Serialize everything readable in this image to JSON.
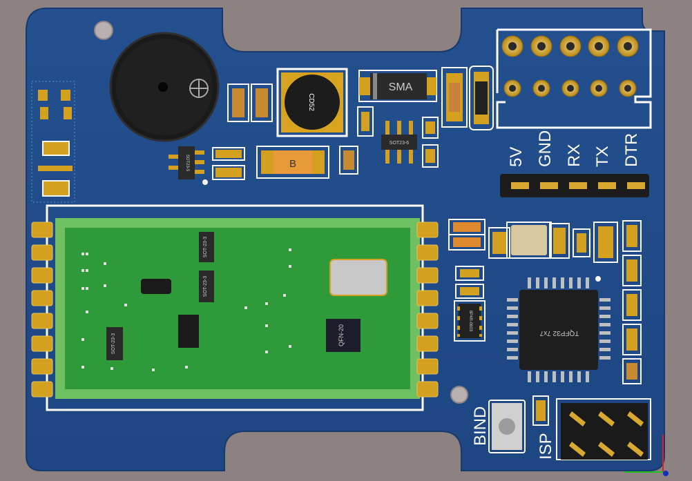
{
  "colors": {
    "background": "#8e8182",
    "pcb": "#1f4a8a",
    "pcb_light": "#2a5aa0",
    "silkscreen": "#ffffff",
    "pad_gold": "#d4a020",
    "module_green": "#2e9a3a",
    "module_frame": "#6fc060"
  },
  "labels": {
    "header_pins": [
      "5V",
      "GND",
      "RX",
      "TX",
      "DTR"
    ],
    "bind": "BIND",
    "isp": "ISP",
    "smd_diode": "SMA",
    "inductor": "CD52",
    "sot23_6": "SOT23-6",
    "sot23_5": "SOT23-5",
    "sot23_3_a": "SOT-23-3",
    "sot23_3_b": "SOT-23-3",
    "sot23_3_c": "SOT-23-3",
    "qfn": "QFN-20",
    "tqfp": "TQFP32 7x7",
    "resistor_array": "8P4R-0603",
    "fuse": "B"
  },
  "icons": {
    "buzzer": "buzzer-icon",
    "axis": "axis-triad-icon"
  }
}
